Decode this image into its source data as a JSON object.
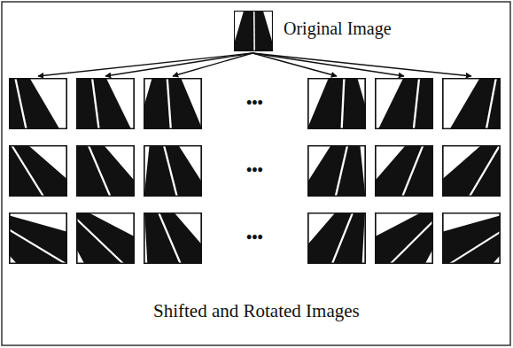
{
  "diagram": {
    "nodes": [
      {
        "text": [
          "Original Image"
        ]
      }
    ],
    "labels": [
      "•••",
      "•••",
      "•••",
      "Shifted and Rotated Images"
    ]
  }
}
